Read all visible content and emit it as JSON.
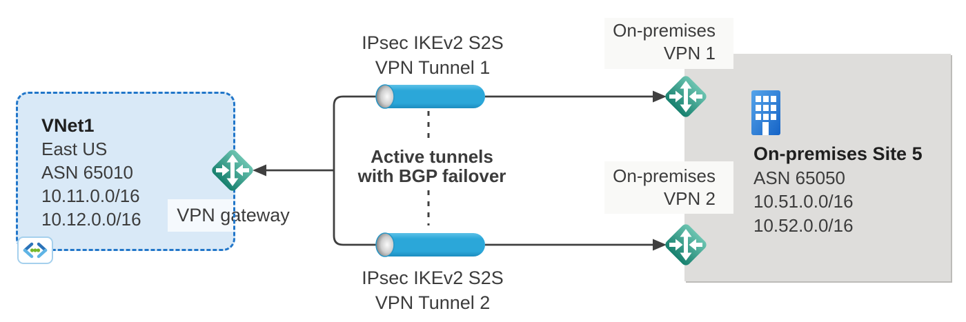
{
  "vnet": {
    "name": "VNet1",
    "region": "East US",
    "asn": "ASN 65010",
    "prefix1": "10.11.0.0/16",
    "prefix2": "10.12.0.0/16",
    "gateway_label": "VPN gateway"
  },
  "tunnels": {
    "tunnel1_line1": "IPsec IKEv2 S2S",
    "tunnel1_line2": "VPN Tunnel 1",
    "tunnel2_line1": "IPsec IKEv2 S2S",
    "tunnel2_line2": "VPN Tunnel 2",
    "mode_line1": "Active tunnels",
    "mode_line2": "with BGP failover"
  },
  "onprem": {
    "vpn1_line1": "On-premises",
    "vpn1_line2": "VPN 1",
    "vpn2_line1": "On-premises",
    "vpn2_line2": "VPN 2",
    "site_name": "On-premises Site 5",
    "asn": "ASN 65050",
    "prefix1": "10.51.0.0/16",
    "prefix2": "10.52.0.0/16"
  },
  "icons": {
    "vnet_gateway": "vpn-gateway-icon",
    "onprem_vpn1": "vpn-gateway-icon",
    "onprem_vpn2": "vpn-gateway-icon",
    "vnet_corner": "virtual-network-icon",
    "site_building": "building-icon",
    "tunnel": "tunnel-cylinder-icon"
  },
  "colors": {
    "vnet_fill": "#d9e9f7",
    "vnet_border": "#2176c9",
    "site_box_fill": "#dedddb",
    "tunnel_blue": "#2ba7d9",
    "gateway_teal": "#3fa090",
    "building_blue": "#2f7fd9",
    "connector": "#3f3f3f",
    "text": "#3c3c3c",
    "label_box_bg": "#f9f9f7"
  }
}
